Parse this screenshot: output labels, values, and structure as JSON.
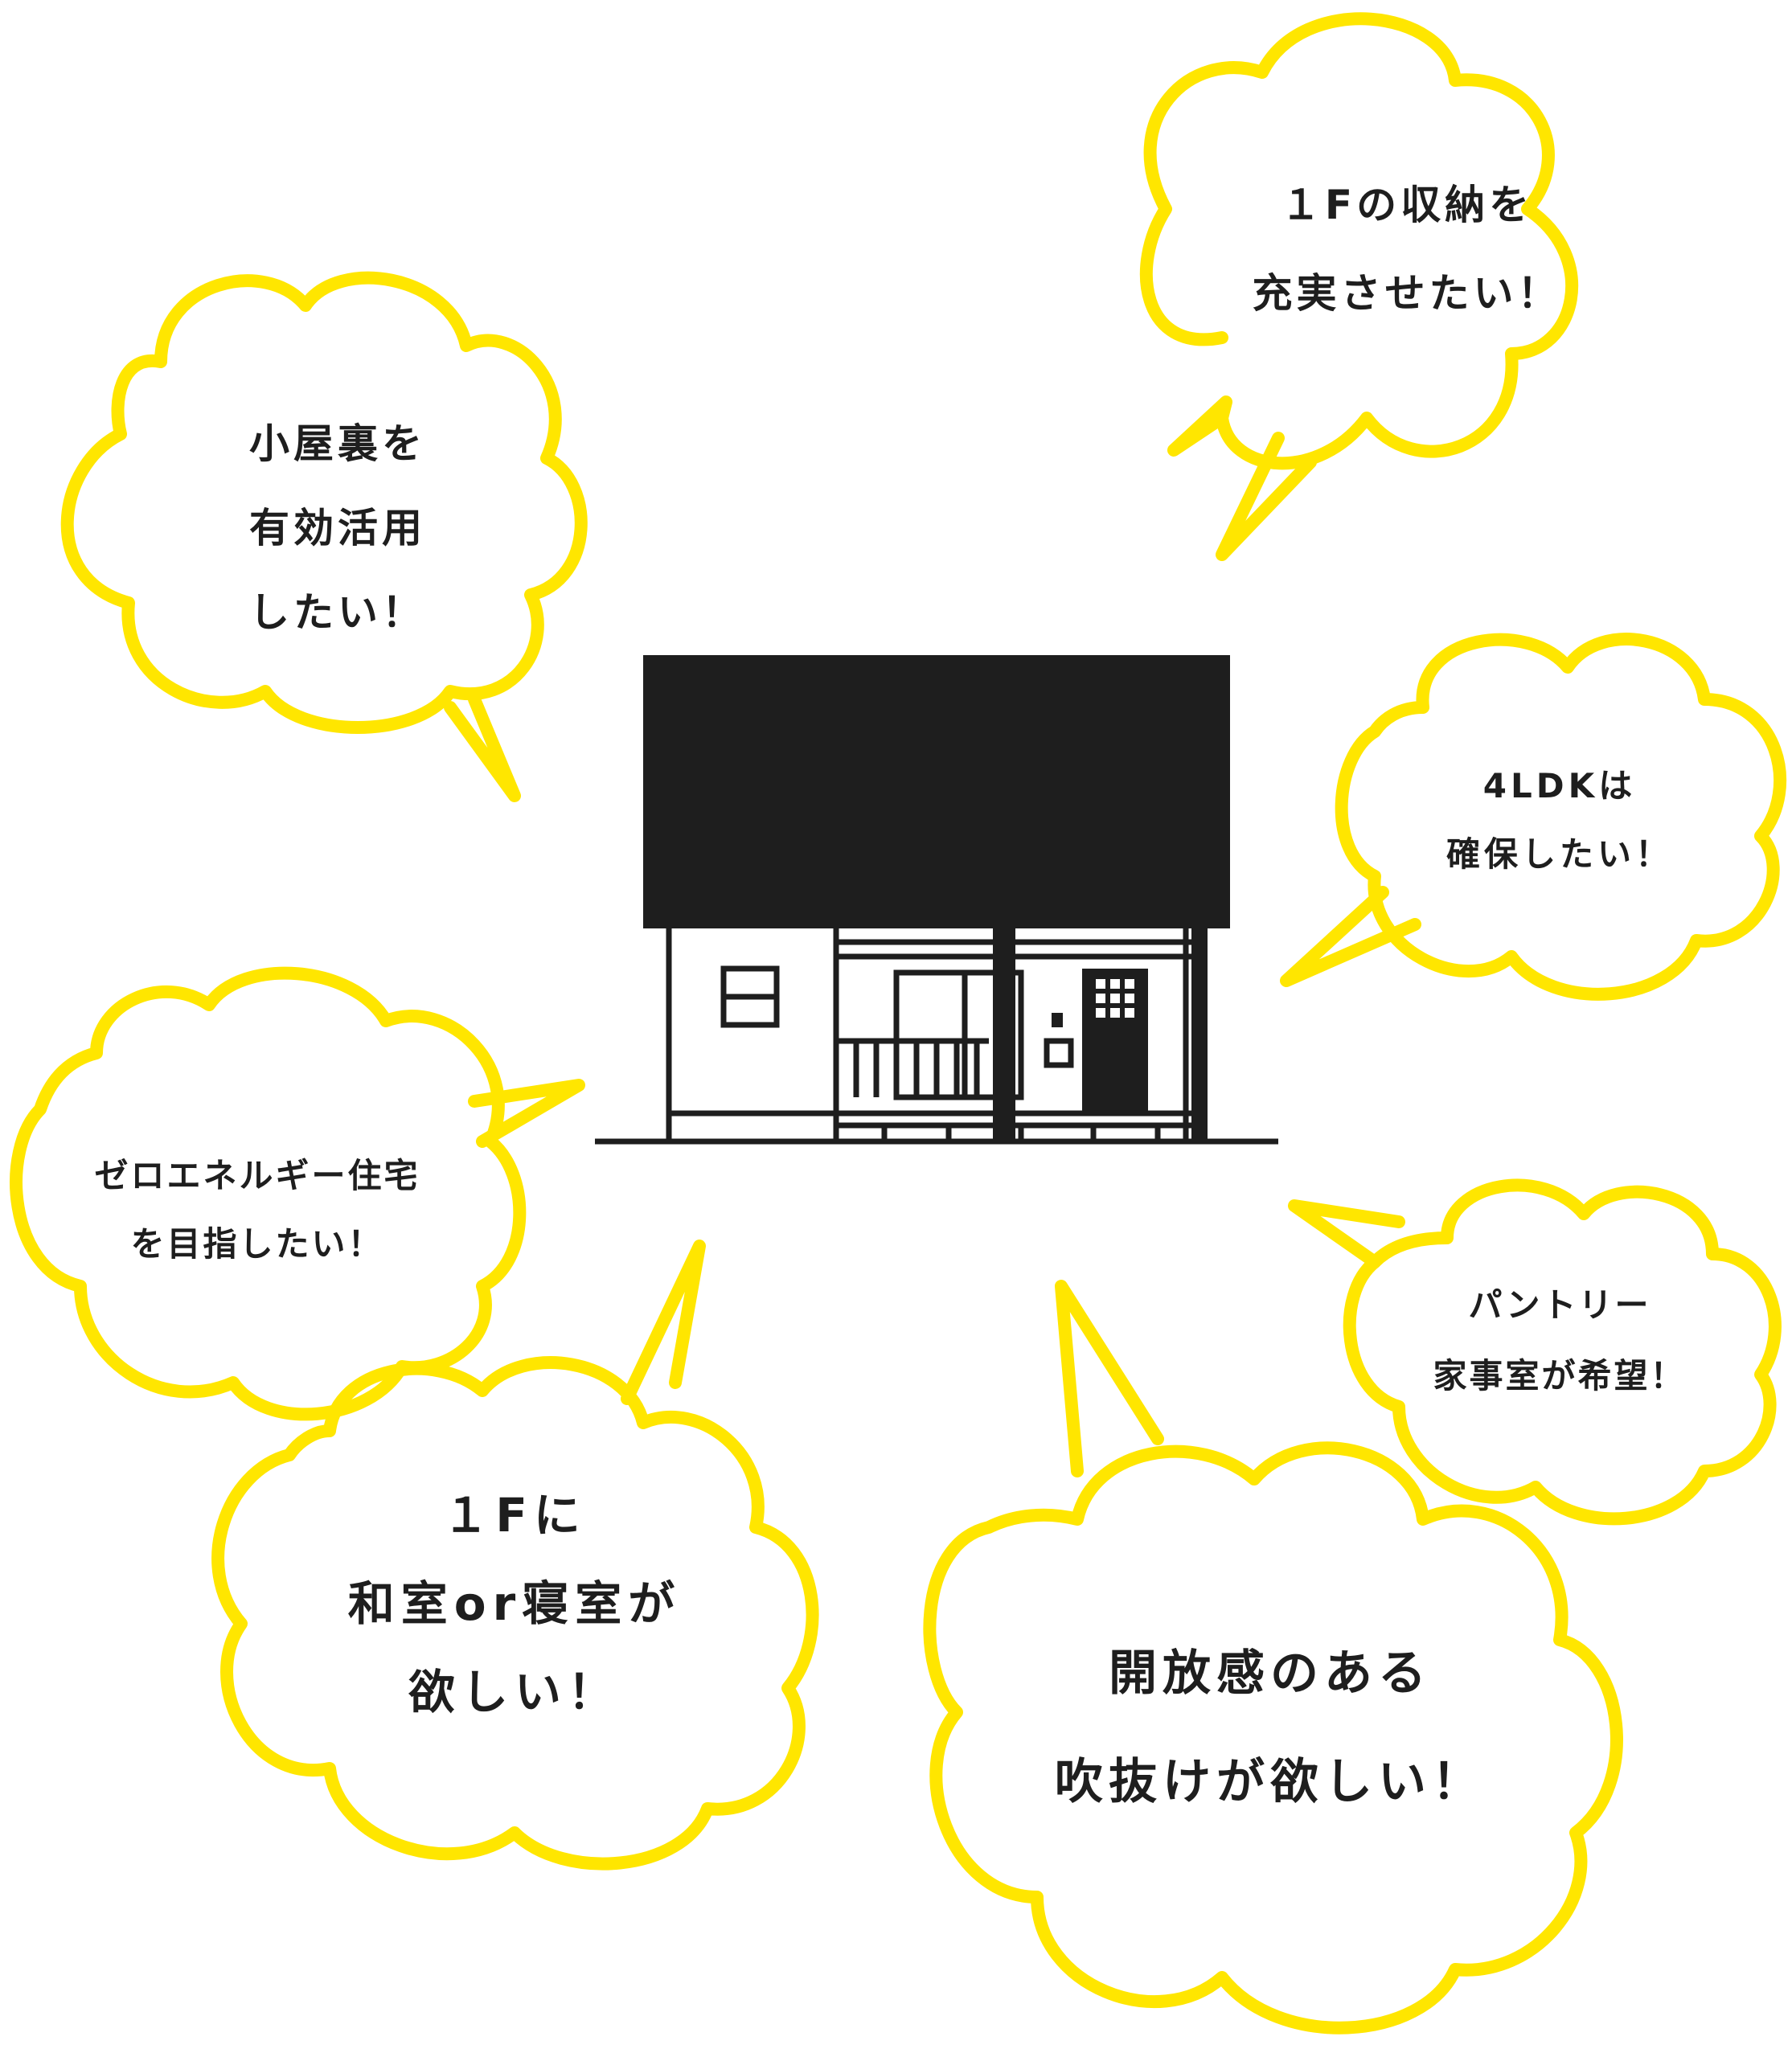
{
  "colors": {
    "bubble_stroke": "#FFE600",
    "house_fill": "#1e1e1e",
    "background": "#ffffff",
    "text": "#1e1e1e"
  },
  "bubbles": {
    "storage": {
      "line1": "１Fの収納を",
      "line2": "充実させたい！"
    },
    "attic": {
      "line1": "小屋裏を",
      "line2": "有効活用",
      "line3": "したい！"
    },
    "ldk": {
      "line1": "4LDKは",
      "line2": "確保したい！"
    },
    "zero_energy": {
      "line1": "ゼロエネルギー住宅",
      "line2": "を目指したい！"
    },
    "pantry": {
      "line1": "パントリー",
      "line2": "家事室が希望！"
    },
    "japanese_room": {
      "line1": "１Fに",
      "line2": "和室or寝室が",
      "line3": "欲しい！"
    },
    "atrium": {
      "line1": "開放感のある",
      "line2": "吹抜けが欲しい！"
    }
  },
  "icons": {
    "house": "house-icon"
  }
}
